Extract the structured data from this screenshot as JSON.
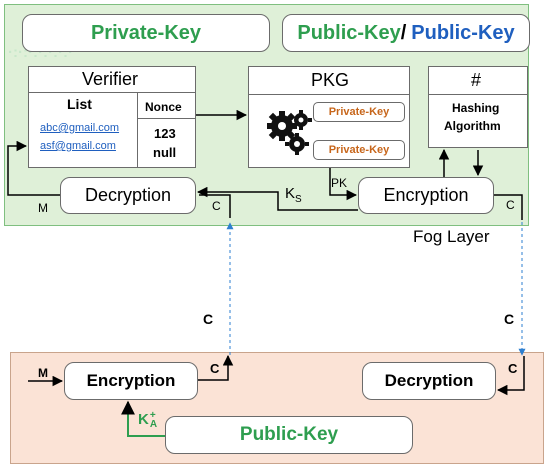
{
  "fog": {
    "label": "Fog Layer",
    "colors": {
      "fill": "#dff0d8",
      "border": "#7fbf7f"
    },
    "private_key_title": "Private-Key",
    "public_key_title_a": "Public-Key",
    "public_key_title_sep": "/",
    "public_key_title_b": "Public-Key",
    "verifier": {
      "title": "Verifier",
      "list_header": "List",
      "nonce_header": "Nonce",
      "emails": [
        "abc@gmail.com",
        "asf@gmail.com"
      ],
      "nonce_values": [
        "123",
        "null"
      ]
    },
    "pkg": {
      "title": "PKG",
      "gear_icon": "gears-icon",
      "keys": [
        "Private-Key",
        "Private-Key"
      ]
    },
    "hash": {
      "symbol": "#",
      "label_line1": "Hashing",
      "label_line2": "Algorithm"
    },
    "decryption_label": "Decryption",
    "encryption_label": "Encryption",
    "arrow_labels": {
      "m": "M",
      "c_left": "C",
      "ks_main": "K",
      "ks_sub": "S",
      "pk": "PK",
      "c_right": "C"
    }
  },
  "middle": {
    "c_left": "C",
    "c_right": "C"
  },
  "client": {
    "colors": {
      "fill": "#fbe3d6",
      "border": "#c9a48c"
    },
    "encryption_label": "Encryption",
    "decryption_label": "Decryption",
    "public_key_label": "Public-Key",
    "m": "M",
    "c_enc": "C",
    "c_dec": "C",
    "ka_main": "K",
    "ka_sub": "A",
    "ka_sup": "+"
  }
}
